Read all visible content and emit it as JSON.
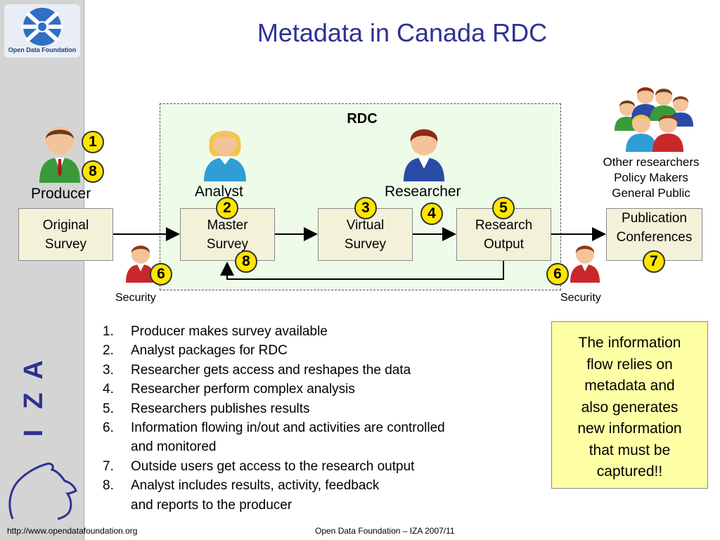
{
  "title": "Metadata in Canada RDC",
  "logo": {
    "text": "Open Data Foundation"
  },
  "iza_logo": {
    "letters": [
      "I",
      "Z",
      "A"
    ]
  },
  "rdc_label": "RDC",
  "roles": {
    "producer": "Producer",
    "analyst": "Analyst",
    "researcher": "Researcher"
  },
  "boxes": {
    "original": [
      "Original",
      "Survey"
    ],
    "master": [
      "Master",
      "Survey"
    ],
    "virtual": [
      "Virtual",
      "Survey"
    ],
    "output": [
      "Research",
      "Output"
    ],
    "publication": [
      "Publication",
      "Conferences"
    ]
  },
  "others_lines": [
    "Other researchers",
    "Policy Makers",
    "General Public"
  ],
  "security_label": "Security",
  "badges": {
    "producer_a": "1",
    "producer_b": "8",
    "master": "2",
    "virtual": "3",
    "analysis": "4",
    "output": "5",
    "feedback": "8",
    "security_left": "6",
    "security_right": "6",
    "publication": "7"
  },
  "steps": [
    {
      "n": "1.",
      "text": "Producer makes survey available"
    },
    {
      "n": "2.",
      "text": "Analyst packages for RDC"
    },
    {
      "n": "3.",
      "text": "Researcher gets access and reshapes the data"
    },
    {
      "n": "4.",
      "text": "Researcher perform complex analysis"
    },
    {
      "n": "5.",
      "text": "Researchers publishes results"
    },
    {
      "n": "6.",
      "text": "Information flowing in/out and activities are controlled",
      "cont": "and monitored"
    },
    {
      "n": "7.",
      "text": "Outside users get access to the research output"
    },
    {
      "n": "8.",
      "text": "Analyst includes results, activity, feedback",
      "cont": "and reports to the producer"
    }
  ],
  "callout_lines": [
    "The information",
    "flow relies on",
    "metadata and",
    "also generates",
    "new information",
    "that must be",
    "captured!!"
  ],
  "footer": {
    "url": "http://www.opendatafoundation.org",
    "credit": "Open Data Foundation – IZA 2007/11"
  },
  "colors": {
    "title": "#2e3192",
    "badge": "#ffe500",
    "box": "#f4f1d9",
    "rdc_zone": "#eefbe9",
    "callout": "#ffffa6",
    "sidebar": "#d4d4d4"
  }
}
